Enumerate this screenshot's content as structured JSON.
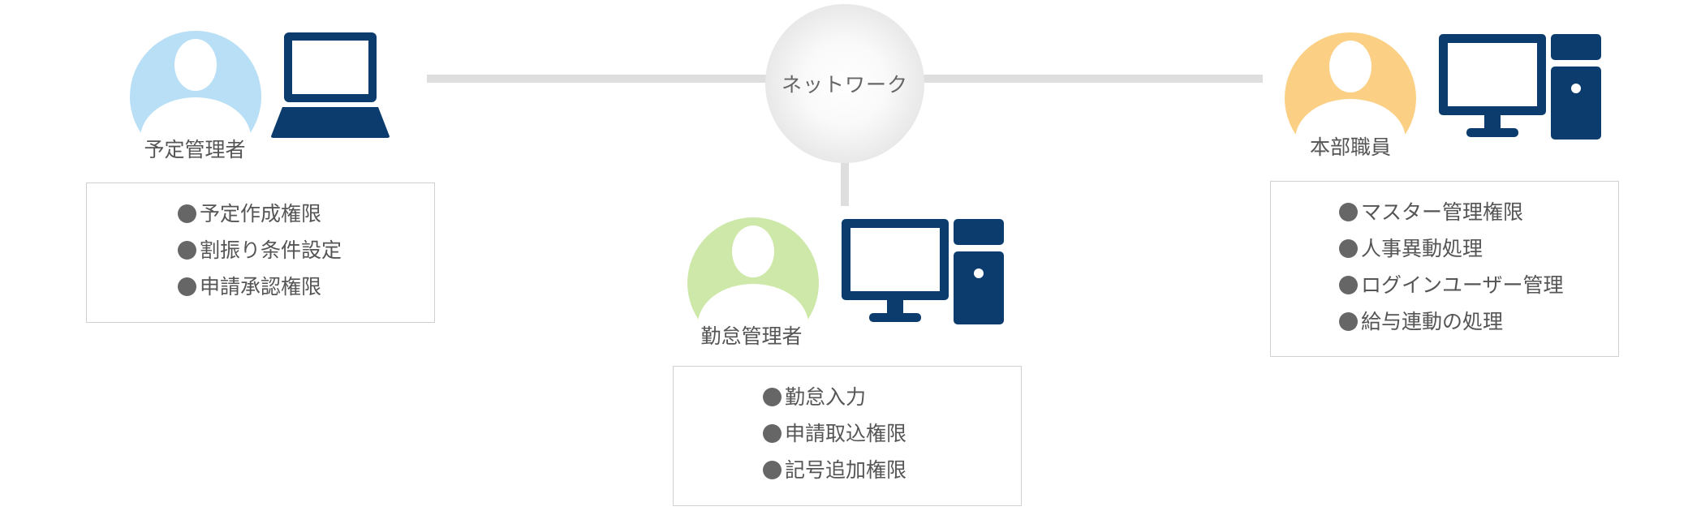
{
  "hub": {
    "label": "ネットワーク"
  },
  "colors": {
    "device": "#0b3c6d",
    "line": "#dedede",
    "avatar_left": "#b8dff6",
    "avatar_center": "#cde8a8",
    "avatar_right": "#fbd084",
    "bullet": "#666666"
  },
  "nodes": {
    "left": {
      "role": "予定管理者",
      "device_icon": "laptop-icon",
      "permissions": [
        "予定作成権限",
        "割振り条件設定",
        "申請承認権限"
      ]
    },
    "center": {
      "role": "勤怠管理者",
      "device_icon": "desktop-computer-icon",
      "permissions": [
        "勤怠入力",
        "申請取込権限",
        "記号追加権限"
      ]
    },
    "right": {
      "role": "本部職員",
      "device_icon": "desktop-computer-icon",
      "permissions": [
        "マスター管理権限",
        "人事異動処理",
        "ログインユーザー管理",
        "給与連動の処理"
      ]
    }
  }
}
